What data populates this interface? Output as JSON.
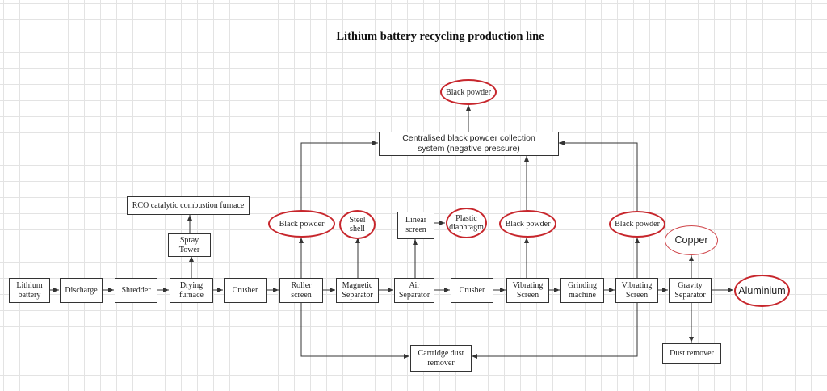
{
  "diagram": {
    "title": "Lithium battery recycling production line",
    "line_color": "#333333",
    "highlight_color": "#c7262c",
    "nodes": {
      "lithium_battery": "Lithium\nbattery",
      "discharge": "Discharge",
      "shredder": "Shredder",
      "drying_furnace": "Drying\nfurnace",
      "crusher_1": "Crusher",
      "roller_screen": "Roller\nscreen",
      "magnetic_separator": "Magnetic\nSeparator",
      "air_separator": "Air\nSeparator",
      "crusher_2": "Crusher",
      "vibrating_screen_1": "Vibrating\nScreen",
      "grinding_machine": "Grinding\nmachine",
      "vibrating_screen_2": "Vibrating\nScreen",
      "gravity_separator": "Gravity\nSeparator",
      "spray_tower": "Spray\nTower",
      "rco_furnace": "RCO catalytic combustion furnace",
      "linear_screen": "Linear\nscreen",
      "collection_system": "Centralised black powder collection\nsystem (negative pressure)",
      "cartridge_dust_remover": "Cartridge dust\nremover",
      "dust_remover": "Dust remover"
    },
    "outputs": {
      "black_powder_top": "Black powder",
      "black_powder_roller": "Black powder",
      "steel_shell": "Steel\nshell",
      "plastic_diaphragm": "Plastic\ndiaphragm",
      "black_powder_vib1": "Black powder",
      "black_powder_vib2": "Black powder",
      "copper": "Copper",
      "aluminium": "Aluminium"
    }
  }
}
